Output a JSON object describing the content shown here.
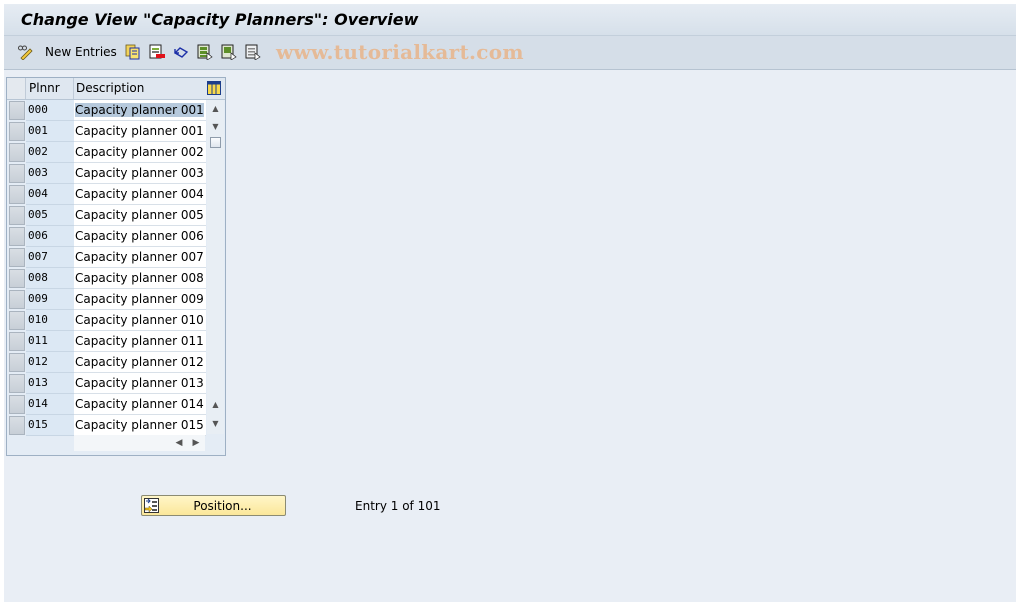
{
  "window": {
    "title": "Change View \"Capacity Planners\": Overview"
  },
  "toolbar": {
    "new_entries_label": "New Entries",
    "icons": [
      "edit-toggle-icon",
      "copy-icon",
      "delete-icon",
      "undo-icon",
      "select-all-icon",
      "select-block-icon",
      "deselect-all-icon"
    ],
    "watermark": "www.tutorialkart.com"
  },
  "table": {
    "columns": [
      "Plnnr",
      "Description"
    ],
    "rows": [
      {
        "plnnr": "000",
        "description": "Capacity planner 001"
      },
      {
        "plnnr": "001",
        "description": "Capacity planner 001"
      },
      {
        "plnnr": "002",
        "description": "Capacity planner 002"
      },
      {
        "plnnr": "003",
        "description": "Capacity planner 003"
      },
      {
        "plnnr": "004",
        "description": "Capacity planner 004"
      },
      {
        "plnnr": "005",
        "description": "Capacity planner 005"
      },
      {
        "plnnr": "006",
        "description": "Capacity planner 006"
      },
      {
        "plnnr": "007",
        "description": "Capacity planner 007"
      },
      {
        "plnnr": "008",
        "description": "Capacity planner 008"
      },
      {
        "plnnr": "009",
        "description": "Capacity planner 009"
      },
      {
        "plnnr": "010",
        "description": "Capacity planner 010"
      },
      {
        "plnnr": "011",
        "description": "Capacity planner 011"
      },
      {
        "plnnr": "012",
        "description": "Capacity planner 012"
      },
      {
        "plnnr": "013",
        "description": "Capacity planner 013"
      },
      {
        "plnnr": "014",
        "description": "Capacity planner 014"
      },
      {
        "plnnr": "015",
        "description": "Capacity planner 015"
      }
    ]
  },
  "footer": {
    "position_button_label": "Position...",
    "entry_info": "Entry 1 of 101"
  },
  "colors": {
    "title_bg": "#dce4ed",
    "toolbar_bg": "#d5dee8",
    "key_cell_bg": "#dce8f4",
    "selected_text_bg": "#b6c9dc",
    "position_button_bg": "#fbe79a",
    "watermark": "#e8b48a"
  }
}
